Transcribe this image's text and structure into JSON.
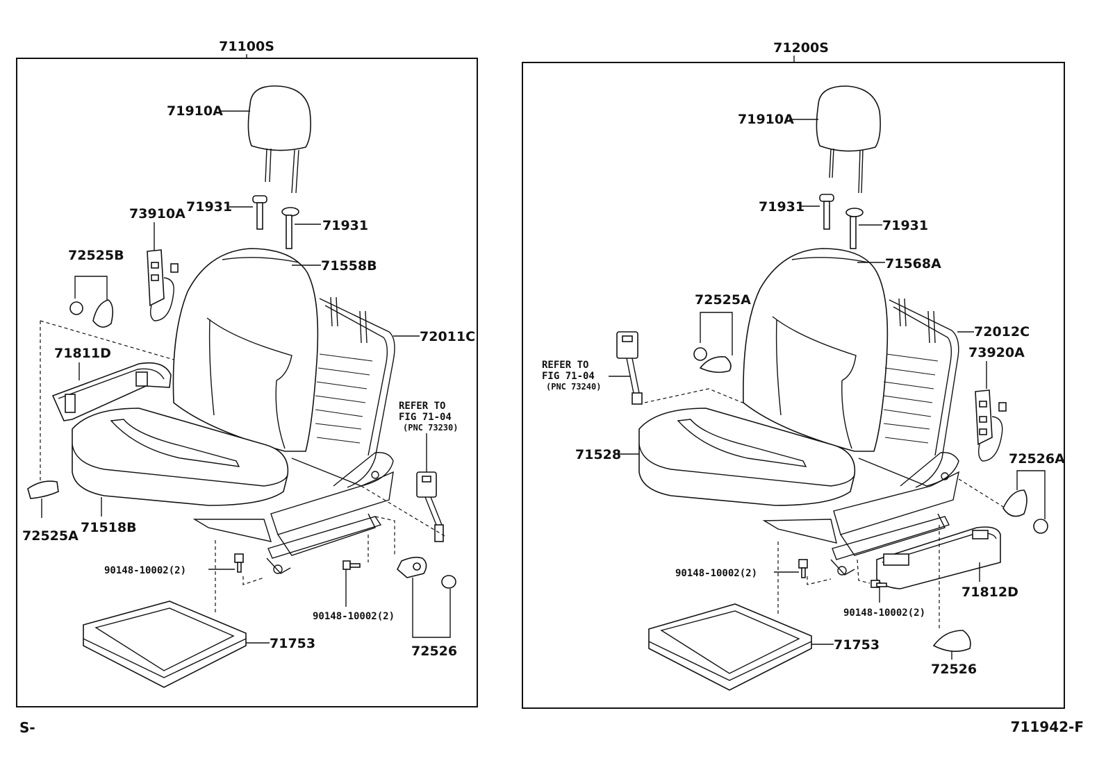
{
  "left_assembly": {
    "title": "71100S",
    "labels": {
      "headrest": "71910A",
      "guide_a": "71931",
      "guide_b": "71931",
      "switch": "73910A",
      "cover_pair": "72525B",
      "back_cover": "71558B",
      "frame": "72011C",
      "shield": "71811D",
      "cushion": "71518B",
      "cover_a": "72525A",
      "bolt_a": "90148-10002(2)",
      "bolt_b": "90148-10002(2)",
      "tray": "71753",
      "cover_c": "72526",
      "refer_1": "REFER TO",
      "refer_2": "FIG 71-04",
      "refer_3": "(PNC 73230)"
    }
  },
  "right_assembly": {
    "title": "71200S",
    "labels": {
      "headrest": "71910A",
      "guide_a": "71931",
      "guide_b": "71931",
      "back_cover": "71568A",
      "cover_pair": "72525A",
      "frame": "72012C",
      "switch": "73920A",
      "cushion": "71528",
      "cover_pair_b": "72526A",
      "bolt_a": "90148-10002(2)",
      "bolt_b": "90148-10002(2)",
      "shield": "71812D",
      "tray": "71753",
      "cover_c": "72526",
      "refer_1": "REFER TO",
      "refer_2": "FIG 71-04",
      "refer_3": "(PNC 73240)"
    }
  },
  "footer": {
    "left_code": "S-",
    "figure_id": "711942-F"
  }
}
